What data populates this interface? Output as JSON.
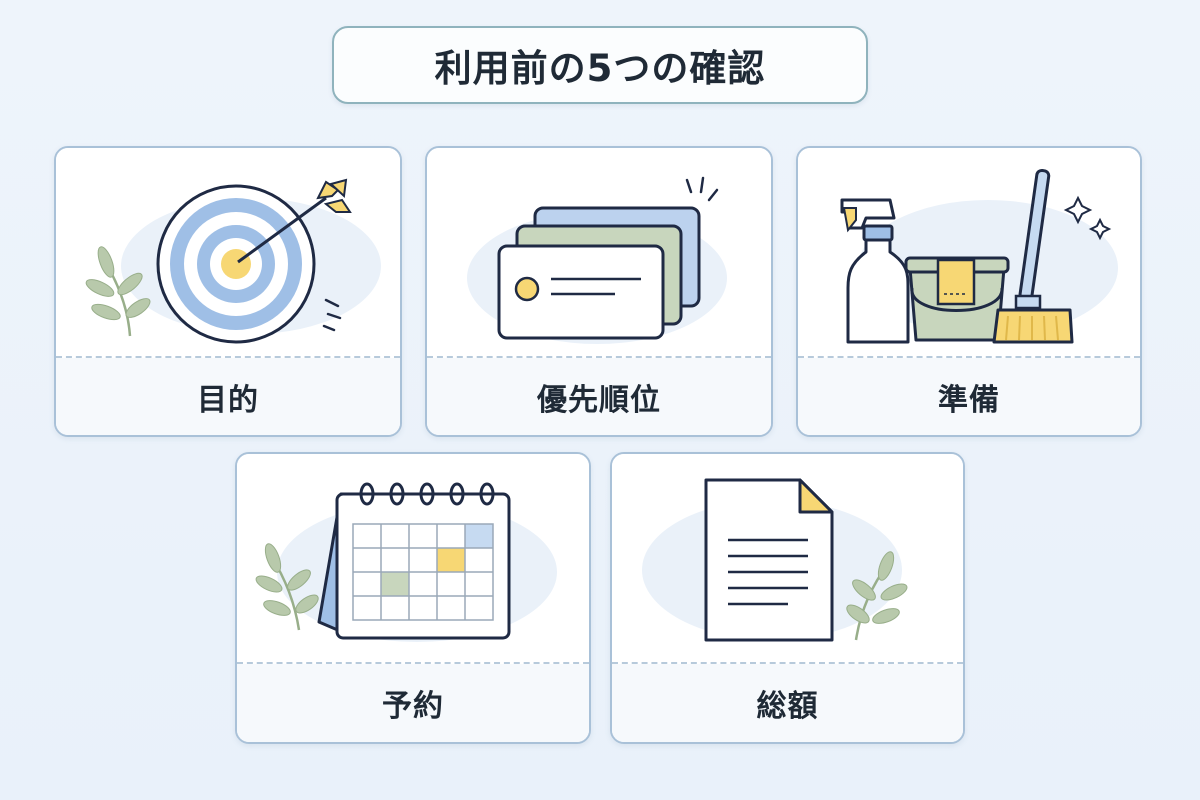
{
  "title": "利用前の5つの確認",
  "colors": {
    "background": "#eef4fb",
    "card_border": "#a9c1d8",
    "navy": "#1f2a44",
    "blue": "#9fbfe6",
    "light_blue": "#c6daf1",
    "yellow": "#f7d774",
    "green": "#a9bfa1",
    "sage": "#c9d8bf"
  },
  "cards": [
    {
      "label": "目的",
      "icon": "target-icon"
    },
    {
      "label": "優先順位",
      "icon": "stacked-cards-icon"
    },
    {
      "label": "準備",
      "icon": "cleaning-supplies-icon"
    },
    {
      "label": "予約",
      "icon": "calendar-icon"
    },
    {
      "label": "総額",
      "icon": "document-icon"
    }
  ]
}
